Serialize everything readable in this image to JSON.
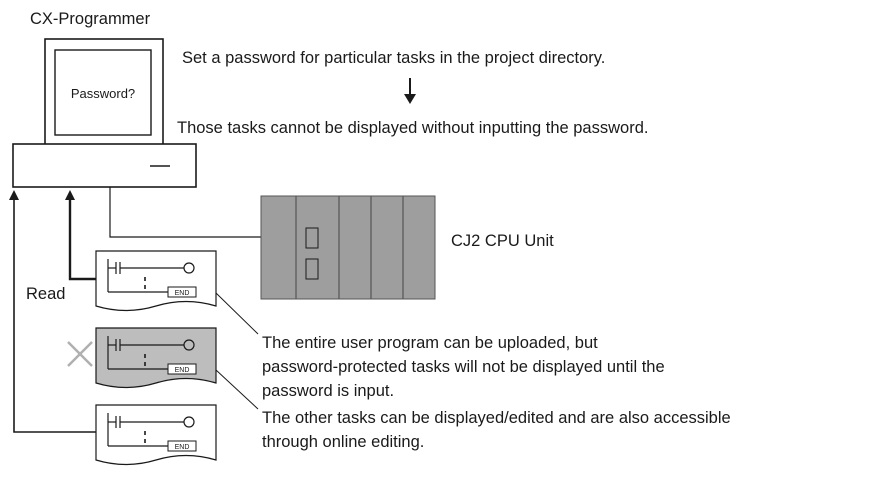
{
  "pc": {
    "title": "CX-Programmer",
    "screen_text": "Password?"
  },
  "notes": {
    "set_password": "Set a password for particular tasks in the project directory.",
    "not_displayed": "Those tasks cannot be displayed without inputting the password."
  },
  "plc": {
    "label": "CJ2 CPU Unit"
  },
  "read_label": "Read",
  "program_end_label": "END",
  "callouts": {
    "protected_line1": "The entire user program can be uploaded, but",
    "protected_line2": "password-protected tasks will not be displayed until the",
    "protected_line3": "password is input.",
    "other_line1": "The other tasks can be displayed/edited and are also accessible",
    "other_line2": "through online editing."
  },
  "colors": {
    "line": "#1a1a1a",
    "plc_fill": "#9e9e9e",
    "protected_fill": "#bdbdbd",
    "cross": "#b0b0b0"
  }
}
